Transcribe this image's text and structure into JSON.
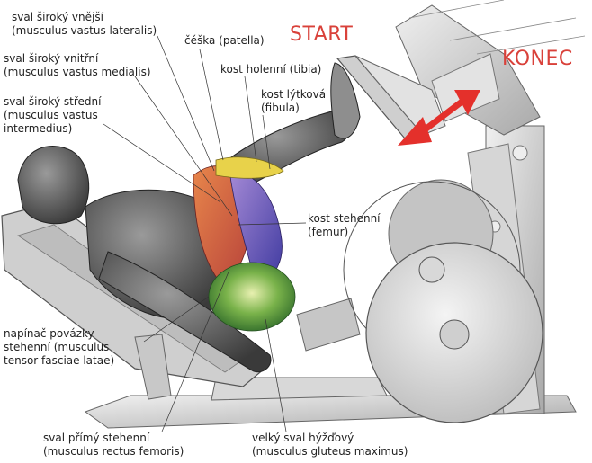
{
  "headings": {
    "start": "START",
    "end": "KONEC"
  },
  "labels": {
    "vastus_lateralis": [
      "sval široký vnější",
      "(musculus vastus lateralis)"
    ],
    "vastus_medialis": [
      "sval široký vnitřní",
      "(musculus vastus medialis)"
    ],
    "vastus_intermedius": [
      "sval široký střední",
      "(musculus vastus",
      "intermedius)"
    ],
    "patella": [
      "čéška (patella)"
    ],
    "tibia": [
      "kost holenní (tibia)"
    ],
    "fibula": [
      "kost lýtková",
      "(fibula)"
    ],
    "femur": [
      "kost stehenní",
      "(femur)"
    ],
    "tensor": [
      "napínač povázky",
      "stehenní (musculus",
      "tensor fasciae latae)"
    ],
    "rectus_femoris": [
      "sval přímý stehenní",
      "(musculus rectus femoris)"
    ],
    "gluteus": [
      "velký sval hýžďový",
      "(musculus gluteus maximus)"
    ]
  },
  "colors": {
    "heading_red": "#d9413a",
    "arrow_red": "#e4302b"
  }
}
